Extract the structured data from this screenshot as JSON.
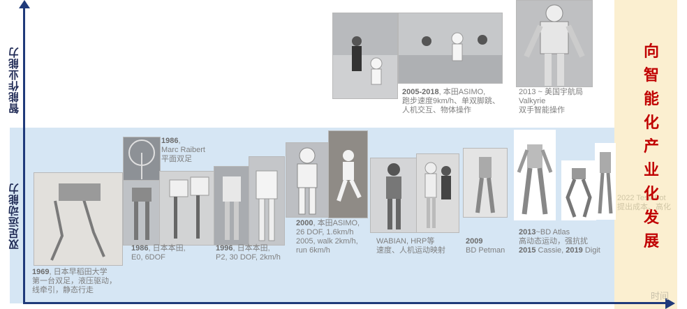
{
  "axes": {
    "y_upper_label": "智能作业能力",
    "y_lower_label": "双足运动能力",
    "x_label": "时间"
  },
  "title_chars": [
    "向",
    "智",
    "能",
    "化",
    "产",
    "业",
    "化",
    "发",
    "展"
  ],
  "milestones": [
    {
      "year": "1969",
      "text": ", 日本早稻田大学",
      "line2": "第一台双足，液压驱动，",
      "line3": "线牵引，静态行走"
    },
    {
      "year": "1986",
      "text": ",",
      "line2": "Marc Raibert",
      "line3": "平面双足"
    },
    {
      "year": "1986",
      "text": ", 日本本田,",
      "line2": "E0, 6DOF"
    },
    {
      "year": "1996",
      "text": ", 日本本田,",
      "line2": "P2, 30 DOF, 2km/h"
    },
    {
      "year": "2000",
      "text": ", 本田ASIMO,",
      "line2": "26 DOF, 1.6km/h",
      "line3": "2005, walk 2km/h,",
      "line4": "run 6km/h"
    },
    {
      "year": "",
      "text": "WABIAN, HRP等",
      "line2": "速度、人机运动映射"
    },
    {
      "year": "2009",
      "text": "",
      "line2": "BD Petman"
    },
    {
      "year": "2013",
      "text": "~BD Atlas",
      "line2": "高动态运动，强抗扰",
      "line3_b1": "2015",
      "line3_t1": " Cassie, ",
      "line3_b2": "2019",
      "line3_t2": " Digit"
    },
    {
      "year": "2005-2018",
      "text": ", 本田ASIMO,",
      "line2": "跑步速度9km/h、单双脚跳、",
      "line3": "人机交互、物体操作"
    },
    {
      "year": "",
      "text": "2013 ~ 美国宇航局",
      "line2": "Valkyrie",
      "line3": "双手智能操作"
    }
  ],
  "faded_note": {
    "line1": "2022 TeslaBot",
    "line2": "提出成本、高化"
  }
}
